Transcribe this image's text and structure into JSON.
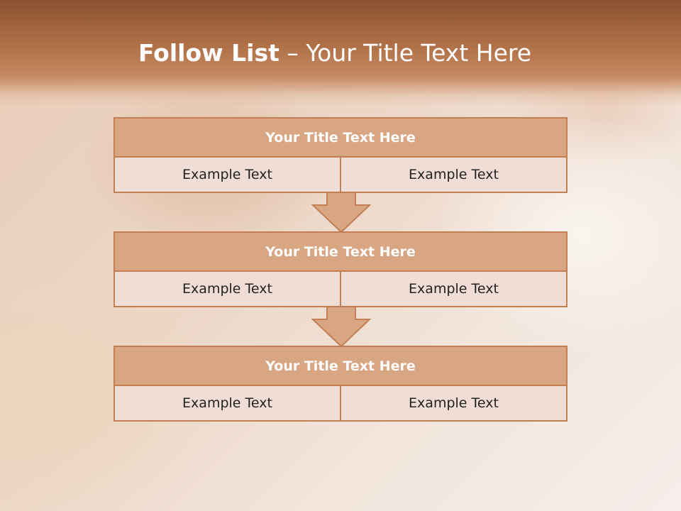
{
  "slide": {
    "title_bold": "Follow List",
    "title_separator": "–",
    "title_rest": "Your Title Text Here"
  },
  "blocks": [
    {
      "title": "Your Title Text Here",
      "left": "Example Text",
      "right": "Example Text"
    },
    {
      "title": "Your Title Text Here",
      "left": "Example Text",
      "right": "Example Text"
    },
    {
      "title": "Your Title Text Here",
      "left": "Example Text",
      "right": "Example Text"
    }
  ],
  "colors": {
    "header_fill": "#d9a684",
    "border": "#c27f54",
    "cell_fill": "#f0ddd5",
    "title_bar": "#b27249"
  }
}
